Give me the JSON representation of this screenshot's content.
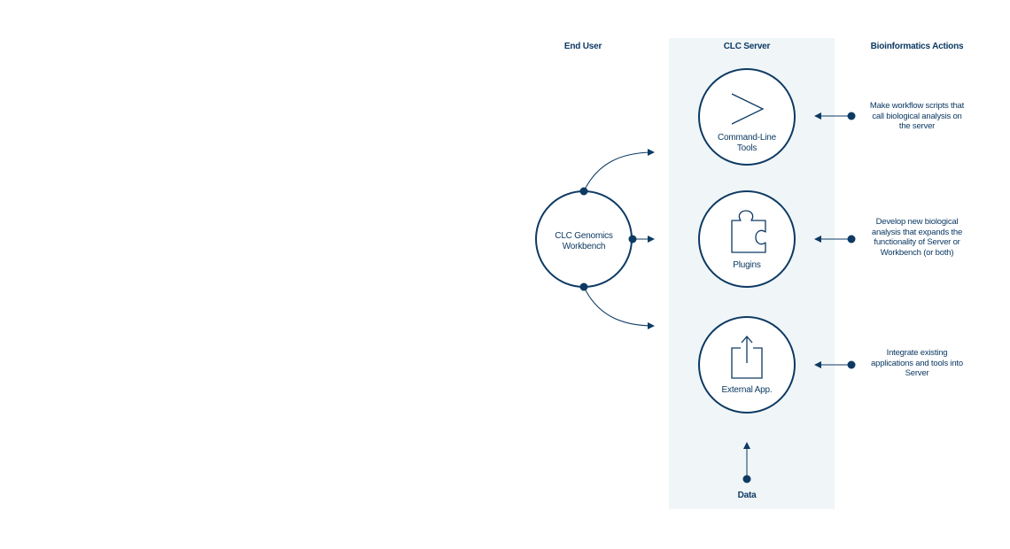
{
  "columns": {
    "end_user": "End User",
    "server": "CLC Server",
    "actions": "Bioinformatics Actions"
  },
  "workbench": {
    "label_line1": "CLC Genomics",
    "label_line2": "Workbench"
  },
  "nodes": [
    {
      "line1": "Command-Line",
      "line2": "Tools",
      "icon": "chevron-right-icon"
    },
    {
      "line1": "Plugins",
      "line2": "",
      "icon": "puzzle-piece-icon"
    },
    {
      "line1": "External App.",
      "line2": "",
      "icon": "share-upload-icon"
    }
  ],
  "actions": [
    {
      "line1": "Make workflow scripts that",
      "line2": "call biological analysis on",
      "line3": "the server",
      "line4": ""
    },
    {
      "line1": "Develop new biological",
      "line2": "analysis that expands the",
      "line3": "functionality of Server or",
      "line4": "Workbench (or both)"
    },
    {
      "line1": "Integrate existing",
      "line2": "applications and tools into",
      "line3": "Server",
      "line4": ""
    }
  ],
  "data_label": "Data",
  "colors": {
    "primary": "#0d3a63",
    "panel": "#f0f5f8",
    "background": "#ffffff"
  }
}
